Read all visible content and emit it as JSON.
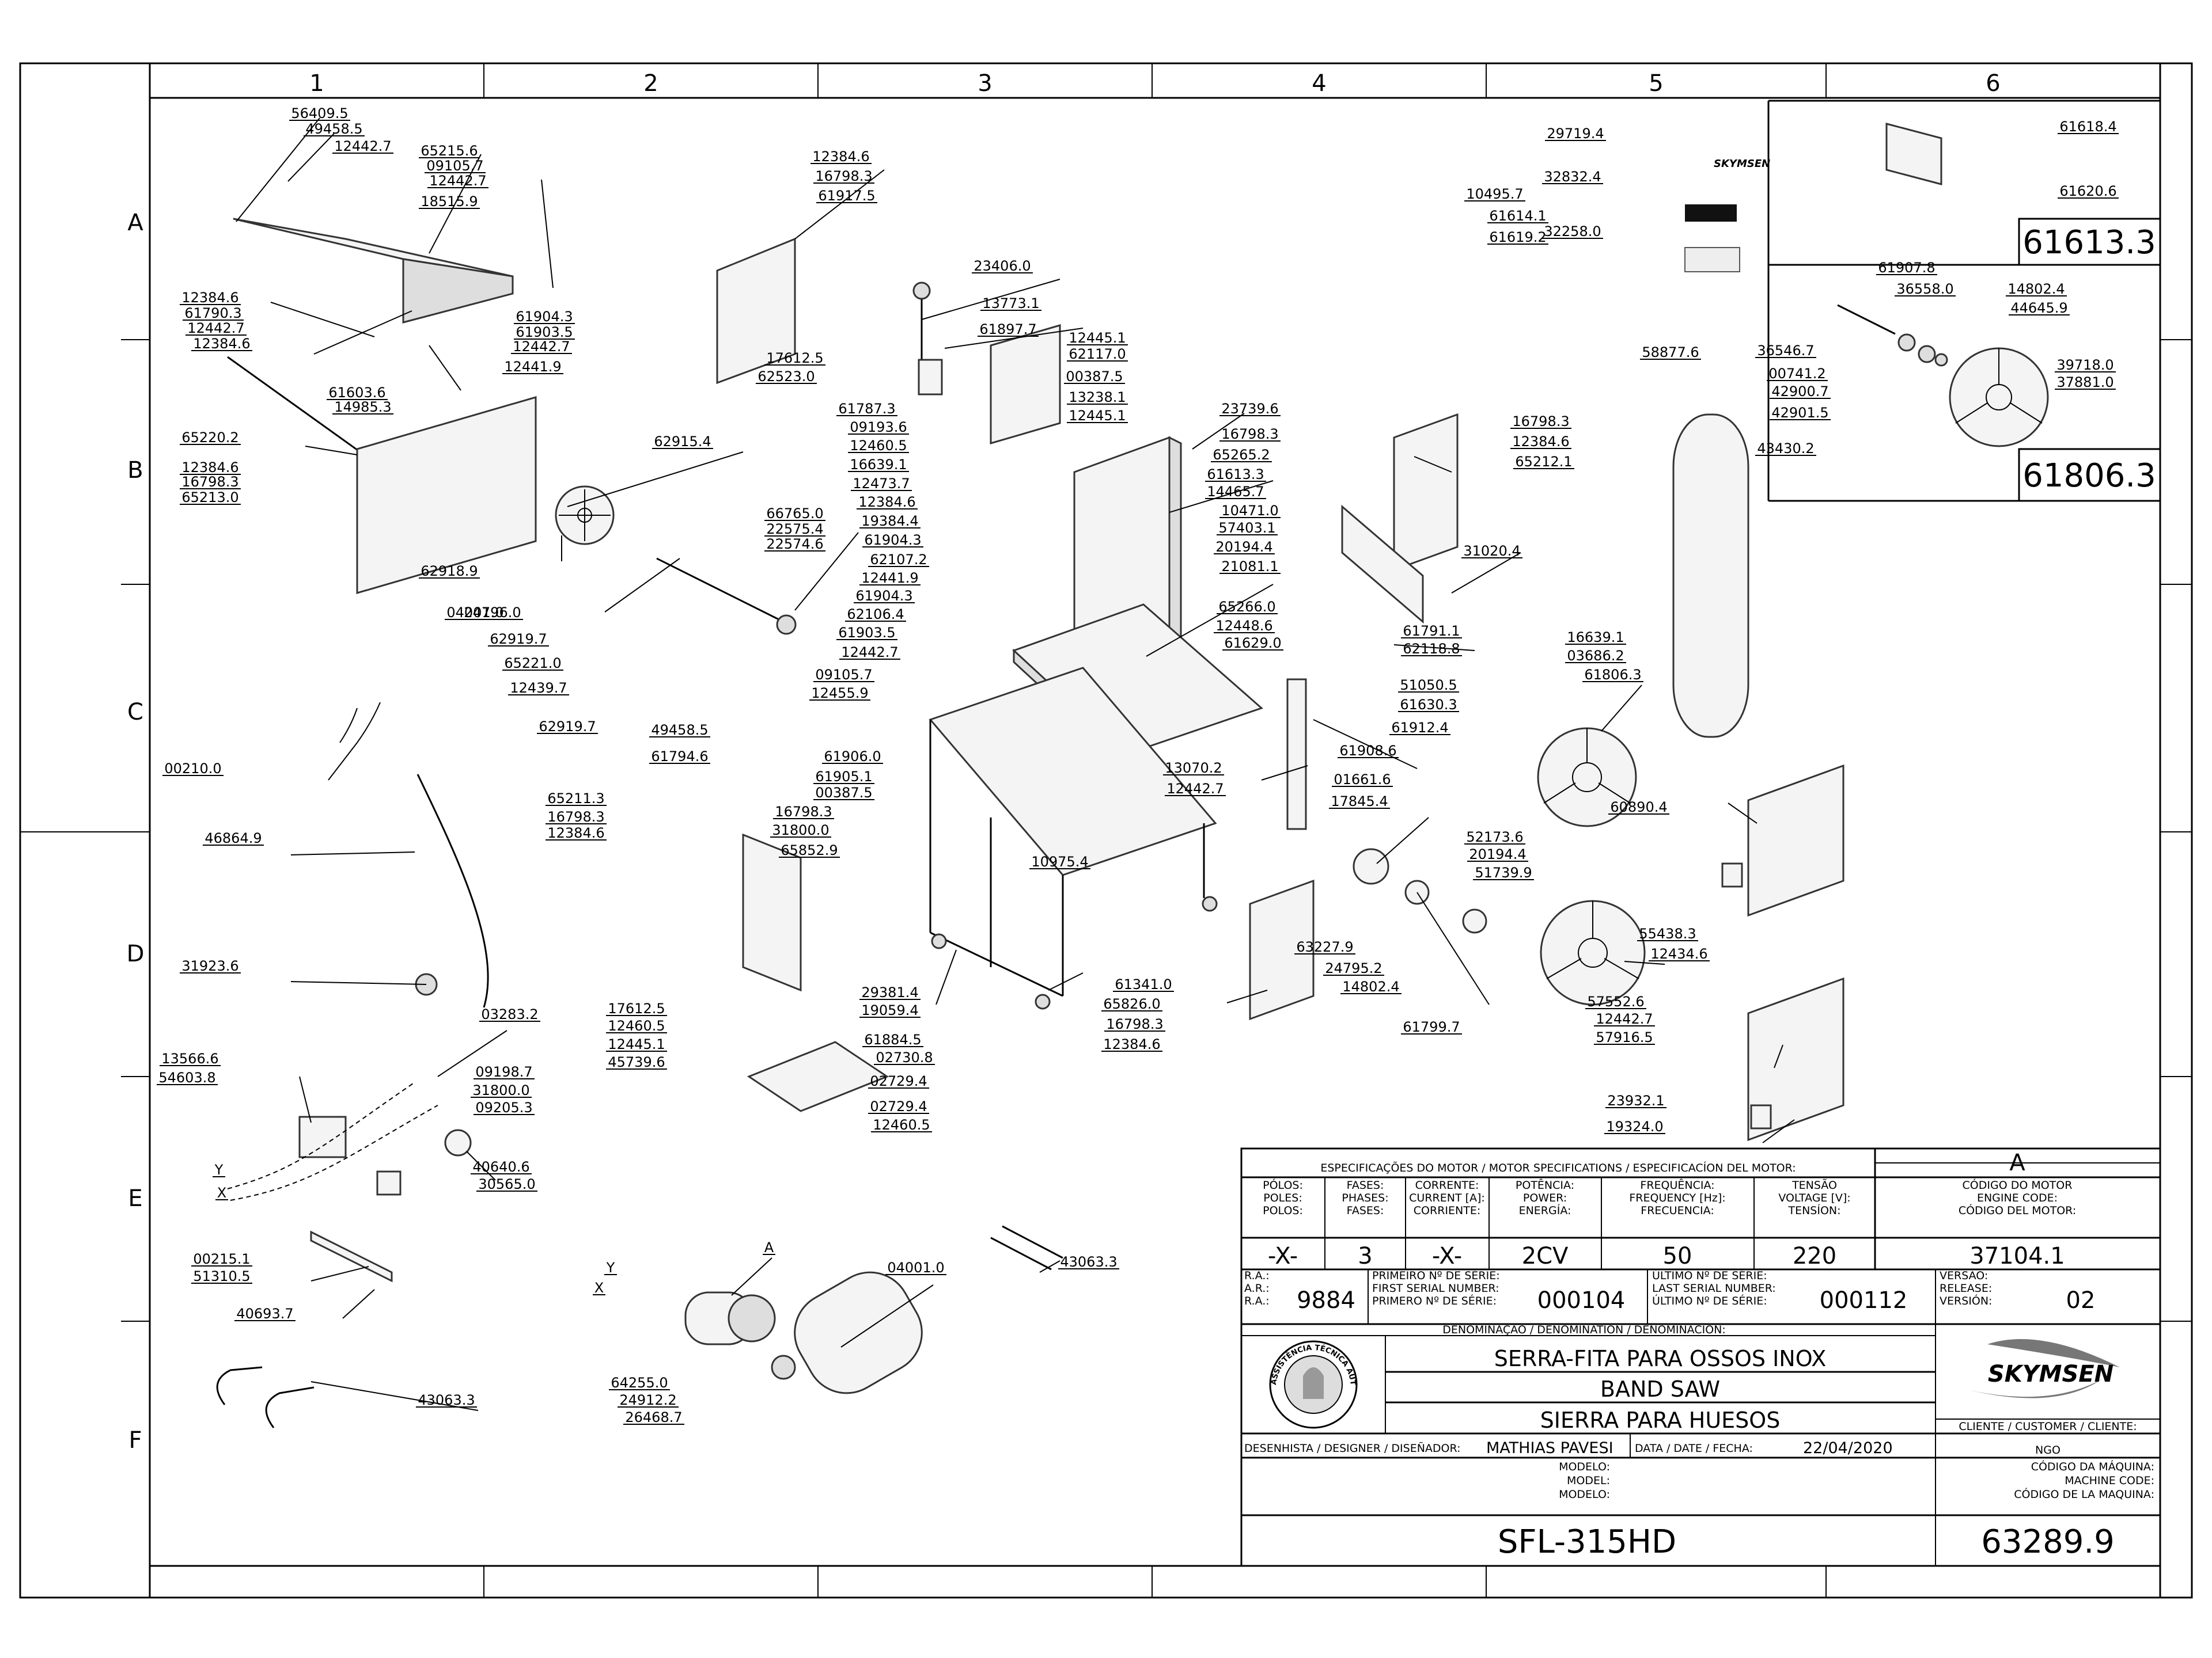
{
  "zones": {
    "columns": [
      "1",
      "2",
      "3",
      "4",
      "5",
      "6"
    ],
    "rows": [
      "A",
      "B",
      "C",
      "D",
      "E",
      "F"
    ]
  },
  "callouts": [
    {
      "text": "56409.5"
    },
    {
      "text": "49458.5"
    },
    {
      "text": "12442.7"
    },
    {
      "text": "65215.6"
    },
    {
      "text": "09105.7"
    },
    {
      "text": "12442.7"
    },
    {
      "text": "18515.9"
    },
    {
      "text": "12384.6"
    },
    {
      "text": "61790.3"
    },
    {
      "text": "12442.7"
    },
    {
      "text": "12384.6"
    },
    {
      "text": "61904.3"
    },
    {
      "text": "61903.5"
    },
    {
      "text": "12442.7"
    },
    {
      "text": "12441.9"
    },
    {
      "text": "61603.6"
    },
    {
      "text": "14985.3"
    },
    {
      "text": "65220.2"
    },
    {
      "text": "12384.6"
    },
    {
      "text": "16798.3"
    },
    {
      "text": "65213.0"
    },
    {
      "text": "62915.4"
    },
    {
      "text": "62918.9"
    },
    {
      "text": "04001.0"
    },
    {
      "text": "24796.0"
    },
    {
      "text": "62919.7"
    },
    {
      "text": "65221.0"
    },
    {
      "text": "12439.7"
    },
    {
      "text": "62919.7"
    },
    {
      "text": "66765.0"
    },
    {
      "text": "22575.4"
    },
    {
      "text": "22574.6"
    },
    {
      "text": "12384.6"
    },
    {
      "text": "16798.3"
    },
    {
      "text": "61917.5"
    },
    {
      "text": "23406.0"
    },
    {
      "text": "13773.1"
    },
    {
      "text": "61897.7"
    },
    {
      "text": "17612.5"
    },
    {
      "text": "62523.0"
    },
    {
      "text": "12445.1"
    },
    {
      "text": "62117.0"
    },
    {
      "text": "00387.5"
    },
    {
      "text": "13238.1"
    },
    {
      "text": "12445.1"
    },
    {
      "text": "61787.3"
    },
    {
      "text": "09193.6"
    },
    {
      "text": "12460.5"
    },
    {
      "text": "16639.1"
    },
    {
      "text": "12473.7"
    },
    {
      "text": "12384.6"
    },
    {
      "text": "19384.4"
    },
    {
      "text": "61904.3"
    },
    {
      "text": "62107.2"
    },
    {
      "text": "12441.9"
    },
    {
      "text": "61904.3"
    },
    {
      "text": "62106.4"
    },
    {
      "text": "61903.5"
    },
    {
      "text": "12442.7"
    },
    {
      "text": "09105.7"
    },
    {
      "text": "12455.9"
    },
    {
      "text": "23739.6"
    },
    {
      "text": "16798.3"
    },
    {
      "text": "65265.2"
    },
    {
      "text": "61613.3"
    },
    {
      "text": "14465.7"
    },
    {
      "text": "10471.0"
    },
    {
      "text": "57403.1"
    },
    {
      "text": "20194.4"
    },
    {
      "text": "21081.1"
    },
    {
      "text": "65266.0"
    },
    {
      "text": "12448.6"
    },
    {
      "text": "61629.0"
    },
    {
      "text": "16798.3"
    },
    {
      "text": "12384.6"
    },
    {
      "text": "65212.1"
    },
    {
      "text": "31020.4"
    },
    {
      "text": "61791.1"
    },
    {
      "text": "62118.8"
    },
    {
      "text": "51050.5"
    },
    {
      "text": "61630.3"
    },
    {
      "text": "61912.4"
    },
    {
      "text": "61908.6"
    },
    {
      "text": "13070.2"
    },
    {
      "text": "12442.7"
    },
    {
      "text": "01661.6"
    },
    {
      "text": "17845.4"
    },
    {
      "text": "29719.4"
    },
    {
      "text": "32832.4"
    },
    {
      "text": "32258.0"
    },
    {
      "text": "58877.6"
    },
    {
      "text": "16639.1"
    },
    {
      "text": "03686.2"
    },
    {
      "text": "61806.3"
    },
    {
      "text": "60890.4"
    },
    {
      "text": "52173.6"
    },
    {
      "text": "20194.4"
    },
    {
      "text": "51739.9"
    },
    {
      "text": "55438.3"
    },
    {
      "text": "12434.6"
    },
    {
      "text": "57552.6"
    },
    {
      "text": "12442.7"
    },
    {
      "text": "57916.5"
    },
    {
      "text": "23932.1"
    },
    {
      "text": "19324.0"
    },
    {
      "text": "63227.9"
    },
    {
      "text": "24795.2"
    },
    {
      "text": "14802.4"
    },
    {
      "text": "61799.7"
    },
    {
      "text": "61341.0"
    },
    {
      "text": "65826.0"
    },
    {
      "text": "16798.3"
    },
    {
      "text": "12384.6"
    },
    {
      "text": "49458.5"
    },
    {
      "text": "61794.6"
    },
    {
      "text": "61906.0"
    },
    {
      "text": "61905.1"
    },
    {
      "text": "00387.5"
    },
    {
      "text": "16798.3"
    },
    {
      "text": "31800.0"
    },
    {
      "text": "65852.9"
    },
    {
      "text": "10975.4"
    },
    {
      "text": "65211.3"
    },
    {
      "text": "16798.3"
    },
    {
      "text": "12384.6"
    },
    {
      "text": "00210.0"
    },
    {
      "text": "46864.9"
    },
    {
      "text": "31923.6"
    },
    {
      "text": "03283.2"
    },
    {
      "text": "13566.6"
    },
    {
      "text": "54603.8"
    },
    {
      "text": "09198.7"
    },
    {
      "text": "31800.0"
    },
    {
      "text": "09205.3"
    },
    {
      "text": "40640.6"
    },
    {
      "text": "30565.0"
    },
    {
      "text": "Y"
    },
    {
      "text": "X"
    },
    {
      "text": "00215.1"
    },
    {
      "text": "51310.5"
    },
    {
      "text": "40693.7"
    },
    {
      "text": "43063.3"
    },
    {
      "text": "29381.4"
    },
    {
      "text": "19059.4"
    },
    {
      "text": "17612.5"
    },
    {
      "text": "12460.5"
    },
    {
      "text": "12445.1"
    },
    {
      "text": "45739.6"
    },
    {
      "text": "61884.5"
    },
    {
      "text": "02730.8"
    },
    {
      "text": "02729.4"
    },
    {
      "text": "02729.4"
    },
    {
      "text": "12460.5"
    },
    {
      "text": "43063.3"
    },
    {
      "text": "A"
    },
    {
      "text": "04001.0"
    },
    {
      "text": "Y"
    },
    {
      "text": "X"
    },
    {
      "text": "64255.0"
    },
    {
      "text": "24912.2"
    },
    {
      "text": "26468.7"
    },
    {
      "text": "61618.4"
    },
    {
      "text": "61620.6"
    },
    {
      "text": "10495.7"
    },
    {
      "text": "61614.1"
    },
    {
      "text": "61619.2"
    },
    {
      "text": "61907.8"
    },
    {
      "text": "36558.0"
    },
    {
      "text": "14802.4"
    },
    {
      "text": "44645.9"
    },
    {
      "text": "36546.7"
    },
    {
      "text": "00741.2"
    },
    {
      "text": "42900.7"
    },
    {
      "text": "42901.5"
    },
    {
      "text": "39718.0"
    },
    {
      "text": "37881.0"
    },
    {
      "text": "43430.2"
    }
  ],
  "detail_boxes": {
    "top_code": "61613.3",
    "bottom_code": "61806.3"
  },
  "logo_small": "SKYMSEN",
  "title_block": {
    "motor_spec_header": "ESPECIFICAÇÕES DO MOTOR / MOTOR SPECIFICATIONS / ESPECIFICACÍON DEL MOTOR:",
    "revision_letter": "A",
    "poles_label": [
      "PÓLOS:",
      "POLES:",
      "POLOS:"
    ],
    "phases_label": [
      "FASES:",
      "PHASES:",
      "FASES:"
    ],
    "current_label": [
      "CORRENTE:",
      "CURRENT [A]:",
      "CORRIENTE:"
    ],
    "power_label": [
      "POTÊNCIA:",
      "POWER:",
      "ENERGÍA:"
    ],
    "frequency_label": [
      "FREQUÊNCIA:",
      "FREQUENCY [Hz]:",
      "FRECUENCIA:"
    ],
    "voltage_label": [
      "TENSÃO",
      "VOLTAGE [V]:",
      "TENSÍON:"
    ],
    "engine_code_label": [
      "CÓDIGO DO MOTOR",
      "ENGINE CODE:",
      "CÓDIGO DEL MOTOR:"
    ],
    "poles": "-X-",
    "phases": "3",
    "current": "-X-",
    "power": "2CV",
    "frequency": "50",
    "voltage": "220",
    "engine_code": "37104.1",
    "ra_label": [
      "R.A.:",
      "A.R.:",
      "R.A.:"
    ],
    "ra": "9884",
    "first_serial_label": [
      "PRIMEIRO Nº DE SÉRIE:",
      "FIRST SERIAL NUMBER:",
      "PRIMERO Nº DE SÉRIE:"
    ],
    "first_serial": "000104",
    "last_serial_label": [
      "ÚLTIMO Nº DE SÉRIE:",
      "LAST SERIAL NUMBER:",
      "ÚLTIMO Nº DE SÉRIE:"
    ],
    "last_serial": "000112",
    "version_label": [
      "VERSÃO:",
      "RELEASE:",
      "VERSIÓN:"
    ],
    "version": "02",
    "denomination_label": "DENOMINAÇÃO / DENOMINATION / DENOMINACIÓN:",
    "name_pt": "SERRA-FITA PARA OSSOS INOX",
    "name_en": "BAND SAW",
    "name_es": "SIERRA PARA HUESOS",
    "brand": "SKYMSEN",
    "seal_text": "ASSISTÊNCIA TÉCNICA AUTORIZADA",
    "client_label": "CLIENTE / CUSTOMER / CLIENTE:",
    "client": "NGO",
    "designer_label": "DESENHISTA / DESIGNER / DISEÑADOR:",
    "designer": "MATHIAS PAVESI",
    "date_label": "DATA / DATE / FECHA:",
    "date": "22/04/2020",
    "model_label": [
      "MODELO:",
      "MODEL:",
      "MODELO:"
    ],
    "machine_code_label": [
      "CÓDIGO DA MÁQUINA:",
      "MACHINE CODE:",
      "CÓDIGO DE LA MAQUINA:"
    ],
    "model": "SFL-315HD",
    "machine_code": "63289.9"
  }
}
